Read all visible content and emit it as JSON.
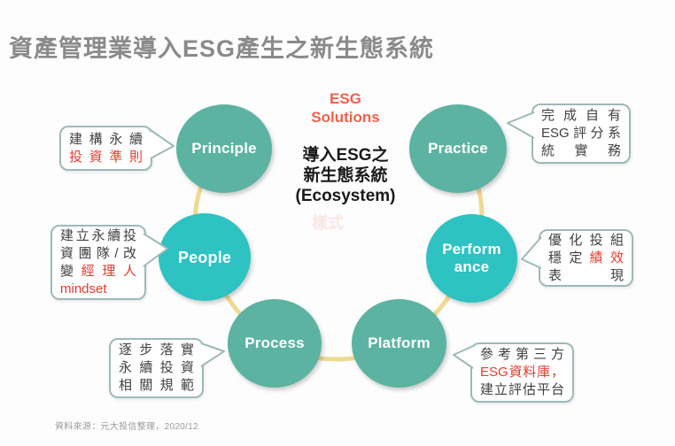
{
  "title": "資產管理業導入ESG產生之新生態系統",
  "center": {
    "badge_line1": "ESG",
    "badge_line2": "Solutions",
    "subtitle_lines": [
      "導入ESG之",
      "新生態系統",
      "(Ecosystem)"
    ],
    "watermark": "樣式"
  },
  "nodes": [
    {
      "id": "principle",
      "label_lines": [
        "Principle"
      ],
      "tone": "green"
    },
    {
      "id": "practice",
      "label_lines": [
        "Practice"
      ],
      "tone": "green"
    },
    {
      "id": "people",
      "label_lines": [
        "People"
      ],
      "tone": "cyan"
    },
    {
      "id": "performance",
      "label_lines": [
        "Perform",
        "ance"
      ],
      "tone": "cyan"
    },
    {
      "id": "process",
      "label_lines": [
        "Process"
      ],
      "tone": "green"
    },
    {
      "id": "platform",
      "label_lines": [
        "Platform"
      ],
      "tone": "green"
    }
  ],
  "callouts": [
    {
      "id": "principle",
      "lines": [
        [
          {
            "text": "建構永續",
            "tone": "dark"
          }
        ],
        [
          {
            "text": "投資準則",
            "tone": "red"
          }
        ]
      ]
    },
    {
      "id": "people",
      "lines": [
        [
          {
            "text": "建立永續投",
            "tone": "dark"
          }
        ],
        [
          {
            "text": "資團隊/改",
            "tone": "dark"
          }
        ],
        [
          {
            "text": "變",
            "tone": "dark"
          },
          {
            "text": "經理人",
            "tone": "red"
          }
        ],
        [
          {
            "text": "mindset",
            "tone": "red"
          }
        ]
      ]
    },
    {
      "id": "process",
      "lines": [
        [
          {
            "text": "逐步落實",
            "tone": "dark"
          }
        ],
        [
          {
            "text": "永續投資",
            "tone": "dark"
          }
        ],
        [
          {
            "text": "相關規範",
            "tone": "dark"
          }
        ]
      ]
    },
    {
      "id": "practice",
      "lines": [
        [
          {
            "text": "完成自有",
            "tone": "dark"
          }
        ],
        [
          {
            "text": "ESG評分系",
            "tone": "dark"
          }
        ],
        [
          {
            "text": "統實務",
            "tone": "dark"
          }
        ]
      ]
    },
    {
      "id": "performance",
      "lines": [
        [
          {
            "text": "優化投組",
            "tone": "dark"
          }
        ],
        [
          {
            "text": "穩定",
            "tone": "dark"
          },
          {
            "text": "績效",
            "tone": "red"
          }
        ],
        [
          {
            "text": "表現",
            "tone": "dark"
          }
        ]
      ]
    },
    {
      "id": "platform",
      "lines": [
        [
          {
            "text": "參考第三方",
            "tone": "dark"
          }
        ],
        [
          {
            "text": "ESG資料庫，",
            "tone": "red"
          }
        ],
        [
          {
            "text": "建立評估平台",
            "tone": "dark"
          }
        ]
      ]
    }
  ],
  "source": "資料來源：元大投信整理，2020/12",
  "colors": {
    "title": "#8a8a8a",
    "badge": "#f0604d",
    "subtitle": "#1a1a1a",
    "green": "#5cb3a2",
    "cyan": "#2ec2c2",
    "node_text": "#ffffff",
    "arc": "#efd993",
    "callout_border": "#9fb8b9",
    "text_dark": "#404040",
    "text_red": "#e23d2e",
    "source_text": "#9b9b9b",
    "watermark": "rgba(224,130,120,0.18)"
  }
}
